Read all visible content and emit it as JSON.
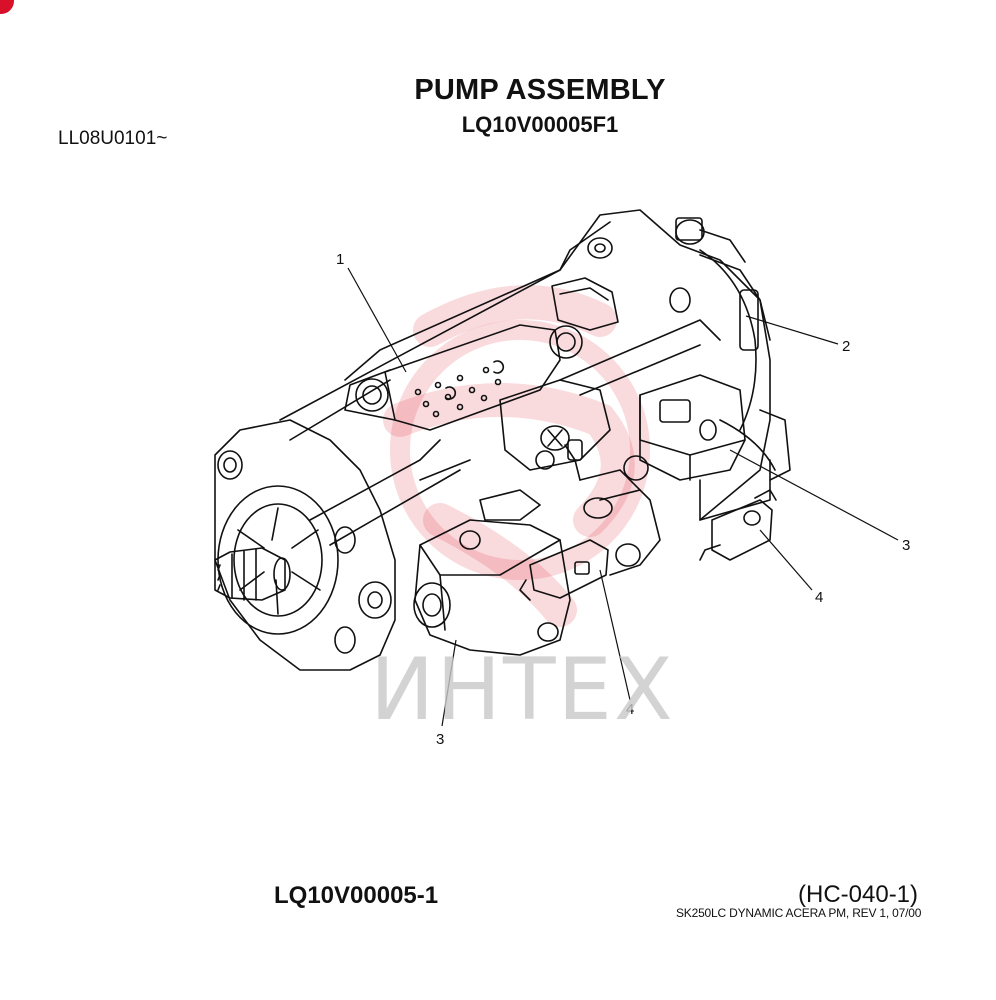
{
  "header": {
    "title": "PUMP ASSEMBLY",
    "subtitle": "LQ10V00005F1",
    "serial_range": "LL08U0101~"
  },
  "footer": {
    "part_number": "LQ10V00005-1",
    "page_ref": "(HC-040-1)",
    "revision": "SK250LC DYNAMIC ACERA PM, REV  1, 07/00"
  },
  "watermark": {
    "text": "ИНТЕХ",
    "color": "#e03040"
  },
  "callouts": [
    {
      "label": "1"
    },
    {
      "label": "2"
    },
    {
      "label": "3"
    },
    {
      "label": "3"
    },
    {
      "label": "4"
    },
    {
      "label": "4"
    }
  ],
  "colors": {
    "line": "#111111",
    "corner_mark": "#d8102a"
  }
}
